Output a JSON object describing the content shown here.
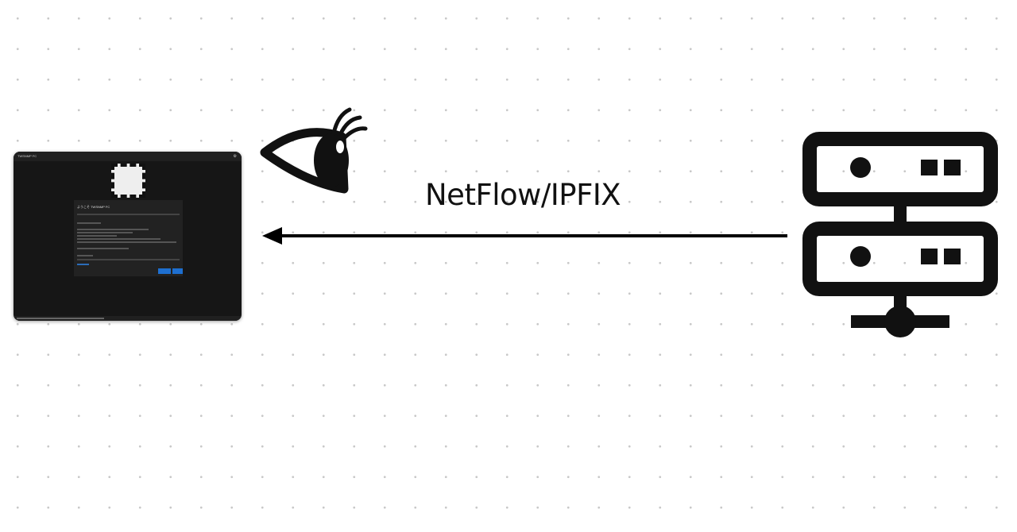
{
  "screenshot": {
    "window_title": "TWSNMP FC",
    "welcome_title": "ようこそ TWSNMP FC"
  },
  "flow_label": "NetFlow/IPFIX",
  "icons": [
    "eye-icon",
    "server-icon",
    "arrow-left-icon"
  ],
  "colors": {
    "icon": "#111111",
    "app_bg": "#161616",
    "button": "#1e6fd0"
  }
}
